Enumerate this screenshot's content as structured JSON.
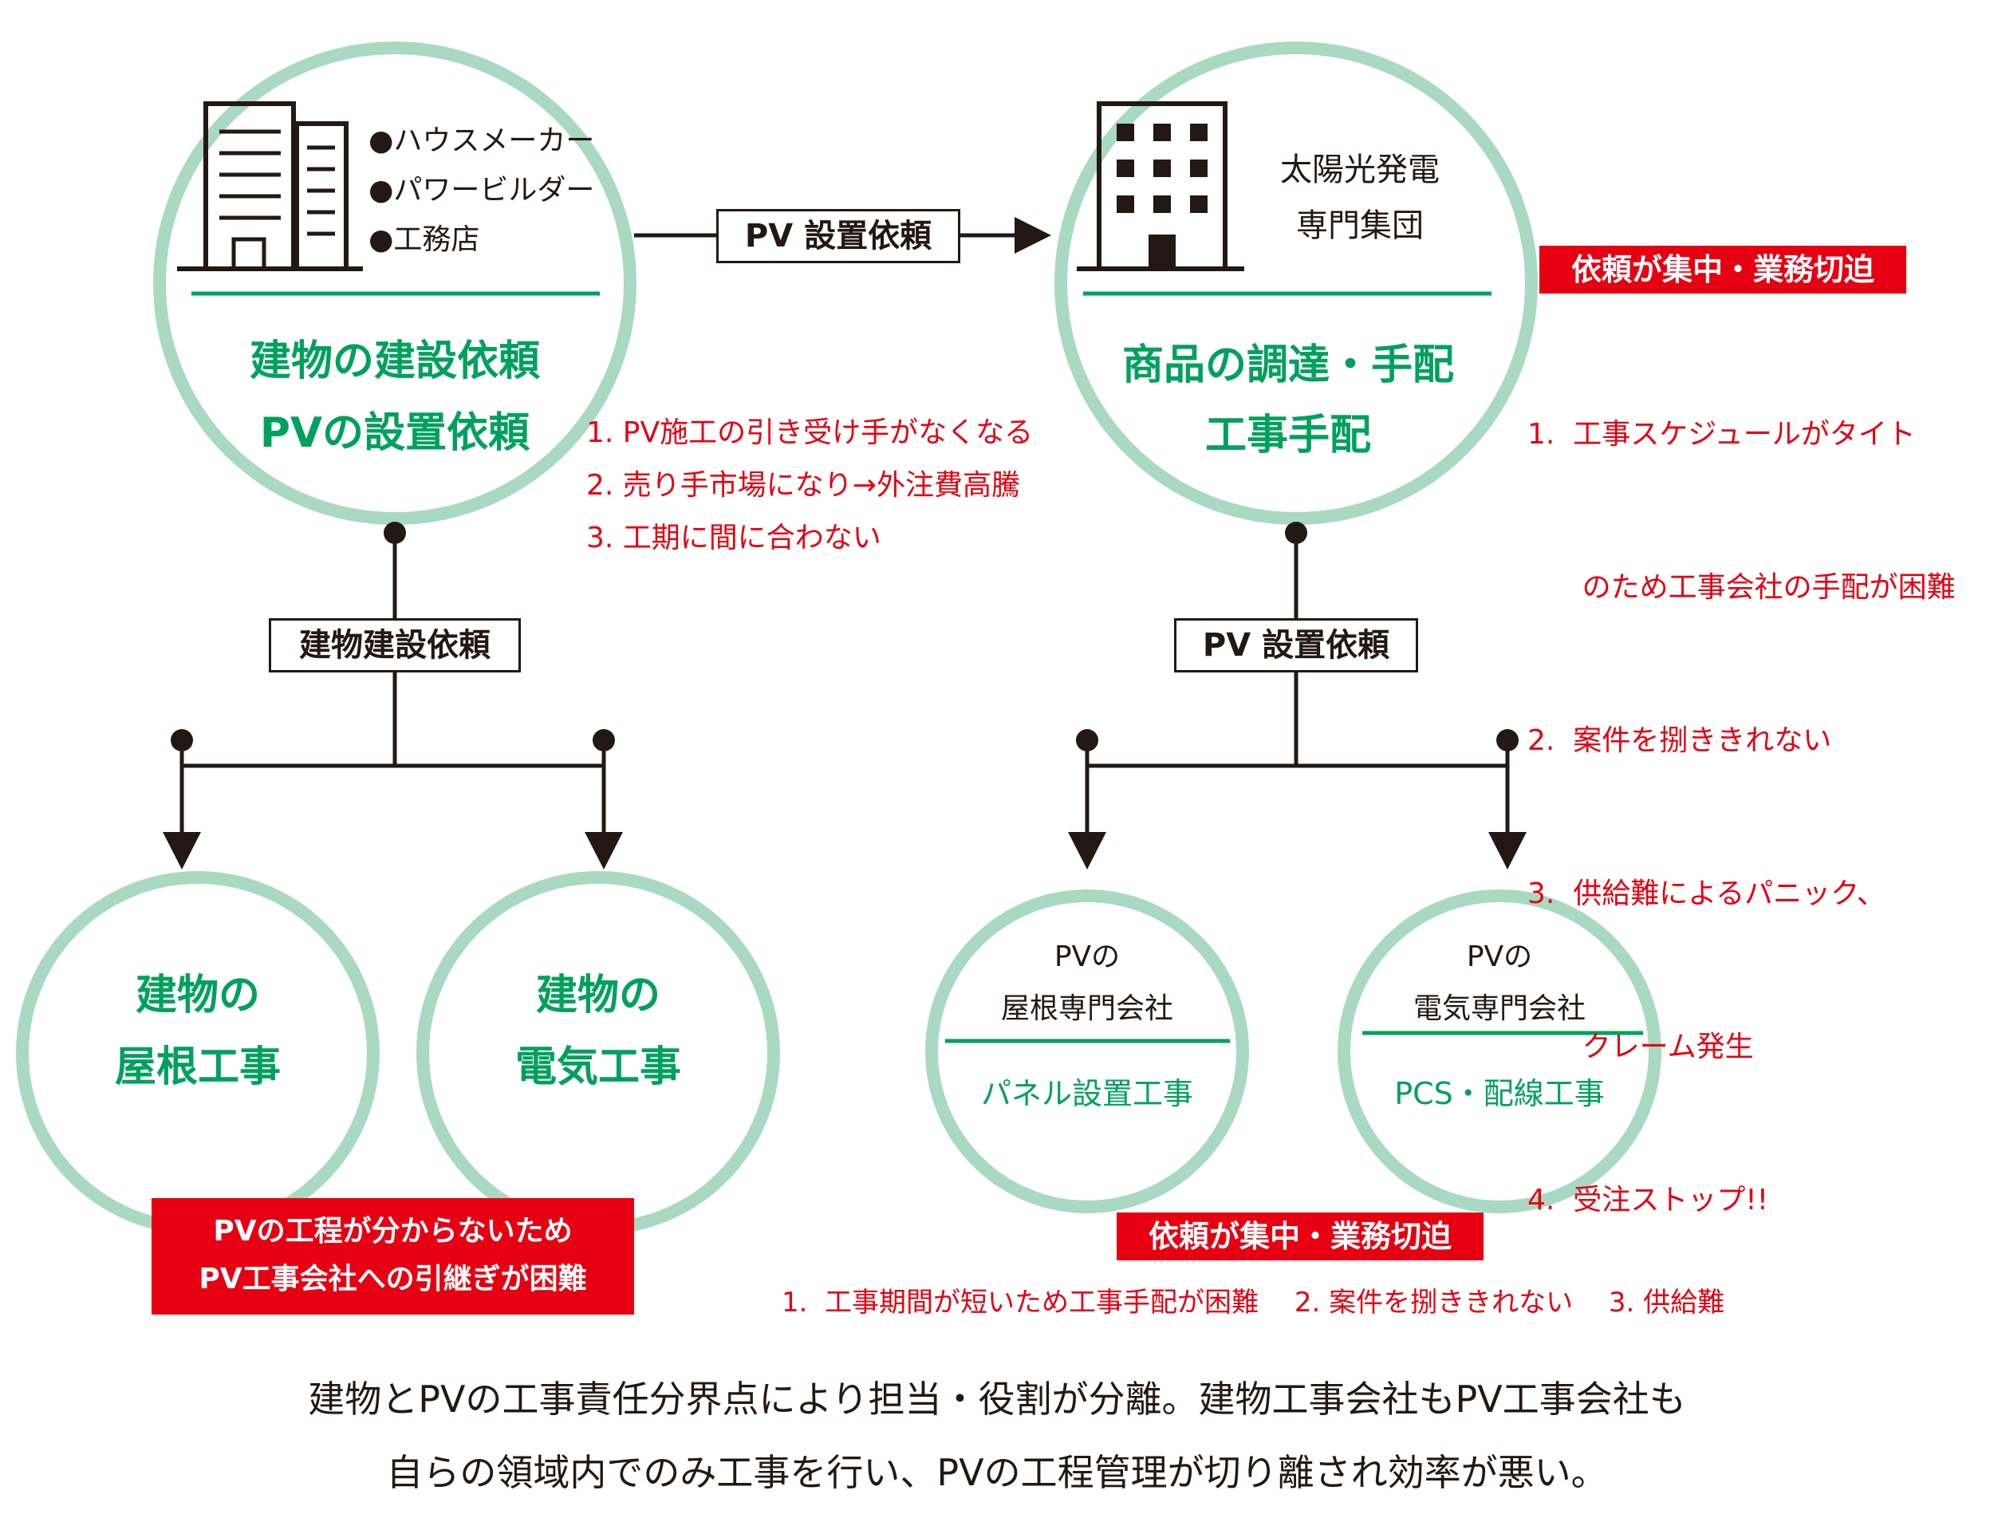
{
  "client": {
    "list": [
      "●ハウスメーカー",
      "●パワービルダー",
      "●工務店"
    ],
    "line1": "建物の建設依頼",
    "line2": "PVの設置依頼"
  },
  "pv_group": {
    "name1": "太陽光発電",
    "name2": "専門集団",
    "line1": "商品の調達・手配",
    "line2": "工事手配"
  },
  "top_arrow_label": "PV 設置依頼",
  "left_branch_label": "建物建設依頼",
  "right_branch_label": "PV 設置依頼",
  "client_issues": [
    "1.  PV施工の引き受け手がなくなる",
    "2.  売り手市場になり→外注費高騰",
    "3.  工期に間に合わない"
  ],
  "pv_issues": {
    "title": "依頼が集中・業務切迫",
    "items": [
      "1.  工事スケジュールがタイト",
      "      のため工事会社の手配が困難",
      "2.  案件を捌ききれない",
      "3.  供給難によるパニック、",
      "      クレーム発生",
      "4.  受注ストップ!!"
    ]
  },
  "roof_work": {
    "line1": "建物の",
    "line2": "屋根工事"
  },
  "electric_work": {
    "line1": "建物の",
    "line2": "電気工事"
  },
  "building_note": [
    "PVの工程が分からないため",
    "PV工事会社への引継ぎが困難"
  ],
  "pv_roof_company": {
    "line1": "PVの",
    "line2": "屋根専門会社",
    "work": "パネル設置工事"
  },
  "pv_electric_company": {
    "line1": "PVの",
    "line2": "電気専門会社",
    "work": "PCS・配線工事"
  },
  "bottom_issues": {
    "title": "依頼が集中・業務切迫",
    "items": "1.  工事期間が短いため工事手配が困難　 2. 案件を捌ききれない　 3. 供給難"
  },
  "summary": [
    "建物とPVの工事責任分界点により担当・役割が分離。建物工事会社もPV工事会社も",
    "自らの領域内でのみ工事を行い、PVの工程管理が切り離され効率が悪い。"
  ],
  "colors": {
    "circle": "#a9d9c2",
    "green_text": "#00a15e",
    "red": "#e60012",
    "line": "#231815"
  }
}
